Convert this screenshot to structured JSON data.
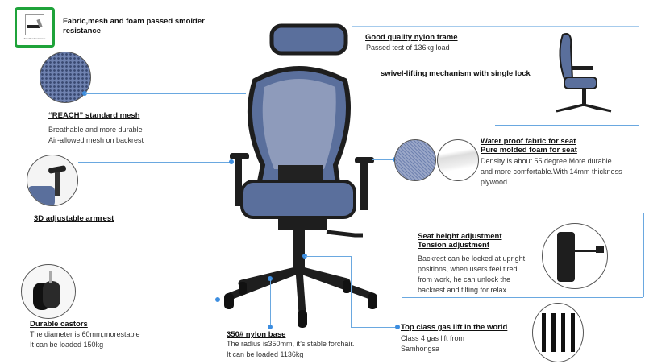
{
  "smolder": {
    "icon": "smolder-resistance-icon",
    "icon_caption": "Smolder Resistance",
    "title": "Fabric,mesh and foam passed smolder resistance",
    "accent": "#1fa33a"
  },
  "mesh": {
    "title": "“REACH” standard mesh",
    "lines": [
      "Breathable and more durable",
      "Air-allowed mesh on backrest"
    ]
  },
  "armrest": {
    "title": "3D adjustable armrest"
  },
  "castors": {
    "title": "Durable castors",
    "lines": [
      "The diameter is 60mm,morestable",
      "It can be loaded 150kg"
    ]
  },
  "base": {
    "title": "350# nylon base",
    "lines": [
      "The radius is350mm, it’s stable forchair.",
      "It can be loaded 1136kg"
    ]
  },
  "gaslift": {
    "title": "Top class gas lift in the world",
    "lines": [
      "Class 4 gas lift from",
      "Samhongsa"
    ]
  },
  "mechanism": {
    "title1": "Seat height adjustment",
    "title2": "Tension adjustment",
    "lines": [
      "Backrest can be locked at upright",
      "positions, when users feel tired",
      "from work, he can unlock the",
      "backrest and tilting for relax."
    ]
  },
  "seat": {
    "title1": "Water proof fabric for seat",
    "title2": "Pure molded foam for seat",
    "lines": [
      "Density is about 55 degree More durable",
      "and more comfortable.With 14mm thickness",
      "plywood."
    ]
  },
  "frame": {
    "title": "Good quality nylon frame",
    "line": "Passed test of 136kg load",
    "mechanism_note": "swivel-lifting mechanism with single lock"
  },
  "colors": {
    "fabric": "#5a6f9c",
    "frame": "#1e1e1e",
    "connector": "#6aa8e0"
  }
}
